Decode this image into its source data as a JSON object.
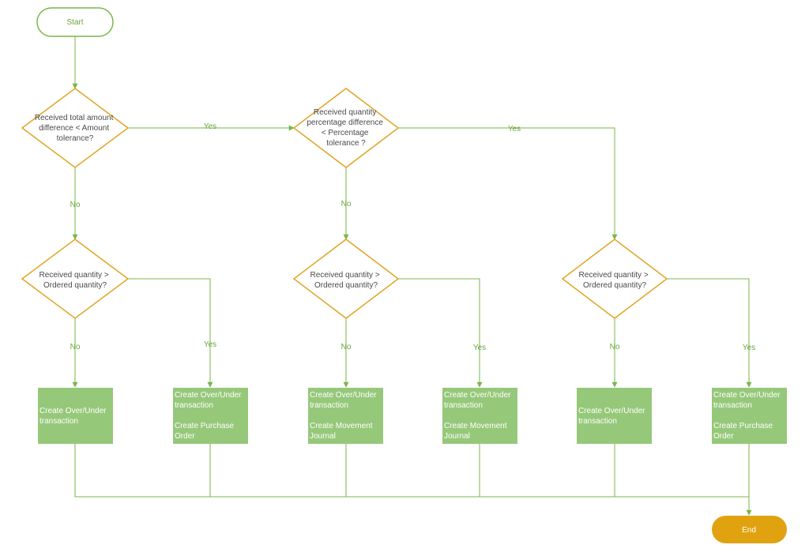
{
  "colors": {
    "line": "#7ab648",
    "diamond_stroke": "#e0a522",
    "box_fill": "#96c87a",
    "start_stroke": "#7ab648",
    "end_fill": "#e0a20f",
    "label_text": "#6aa63a"
  },
  "start": {
    "label": "Start"
  },
  "end": {
    "label": "End"
  },
  "decisions": {
    "d1": [
      "Received total amount",
      "difference < Amount",
      "tolerance?"
    ],
    "d2": [
      "Received quantity",
      "percentage difference",
      "< Percentage",
      "tolerance ?"
    ],
    "d3": [
      "Received quantity >",
      "Ordered quantity?"
    ],
    "d4": [
      "Received quantity >",
      "Ordered quantity?"
    ],
    "d5": [
      "Received quantity >",
      "Ordered quantity?"
    ]
  },
  "labels": {
    "yes": "Yes",
    "no": "No"
  },
  "boxes": {
    "b1": [
      "Create Over/Under",
      "transaction"
    ],
    "b2": [
      "Create Over/Under",
      "transaction",
      "",
      "Create Purchase",
      "Order"
    ],
    "b3": [
      "Create Over/Under",
      "transaction",
      "",
      "Create Movement",
      "Journal"
    ],
    "b4": [
      "Create Over/Under",
      "transaction",
      "",
      "Create Movement",
      "Journal"
    ],
    "b5": [
      "Create Over/Under",
      "transaction"
    ],
    "b6": [
      "Create Over/Under",
      "transaction",
      "",
      "Create Purchase",
      "Order"
    ]
  }
}
